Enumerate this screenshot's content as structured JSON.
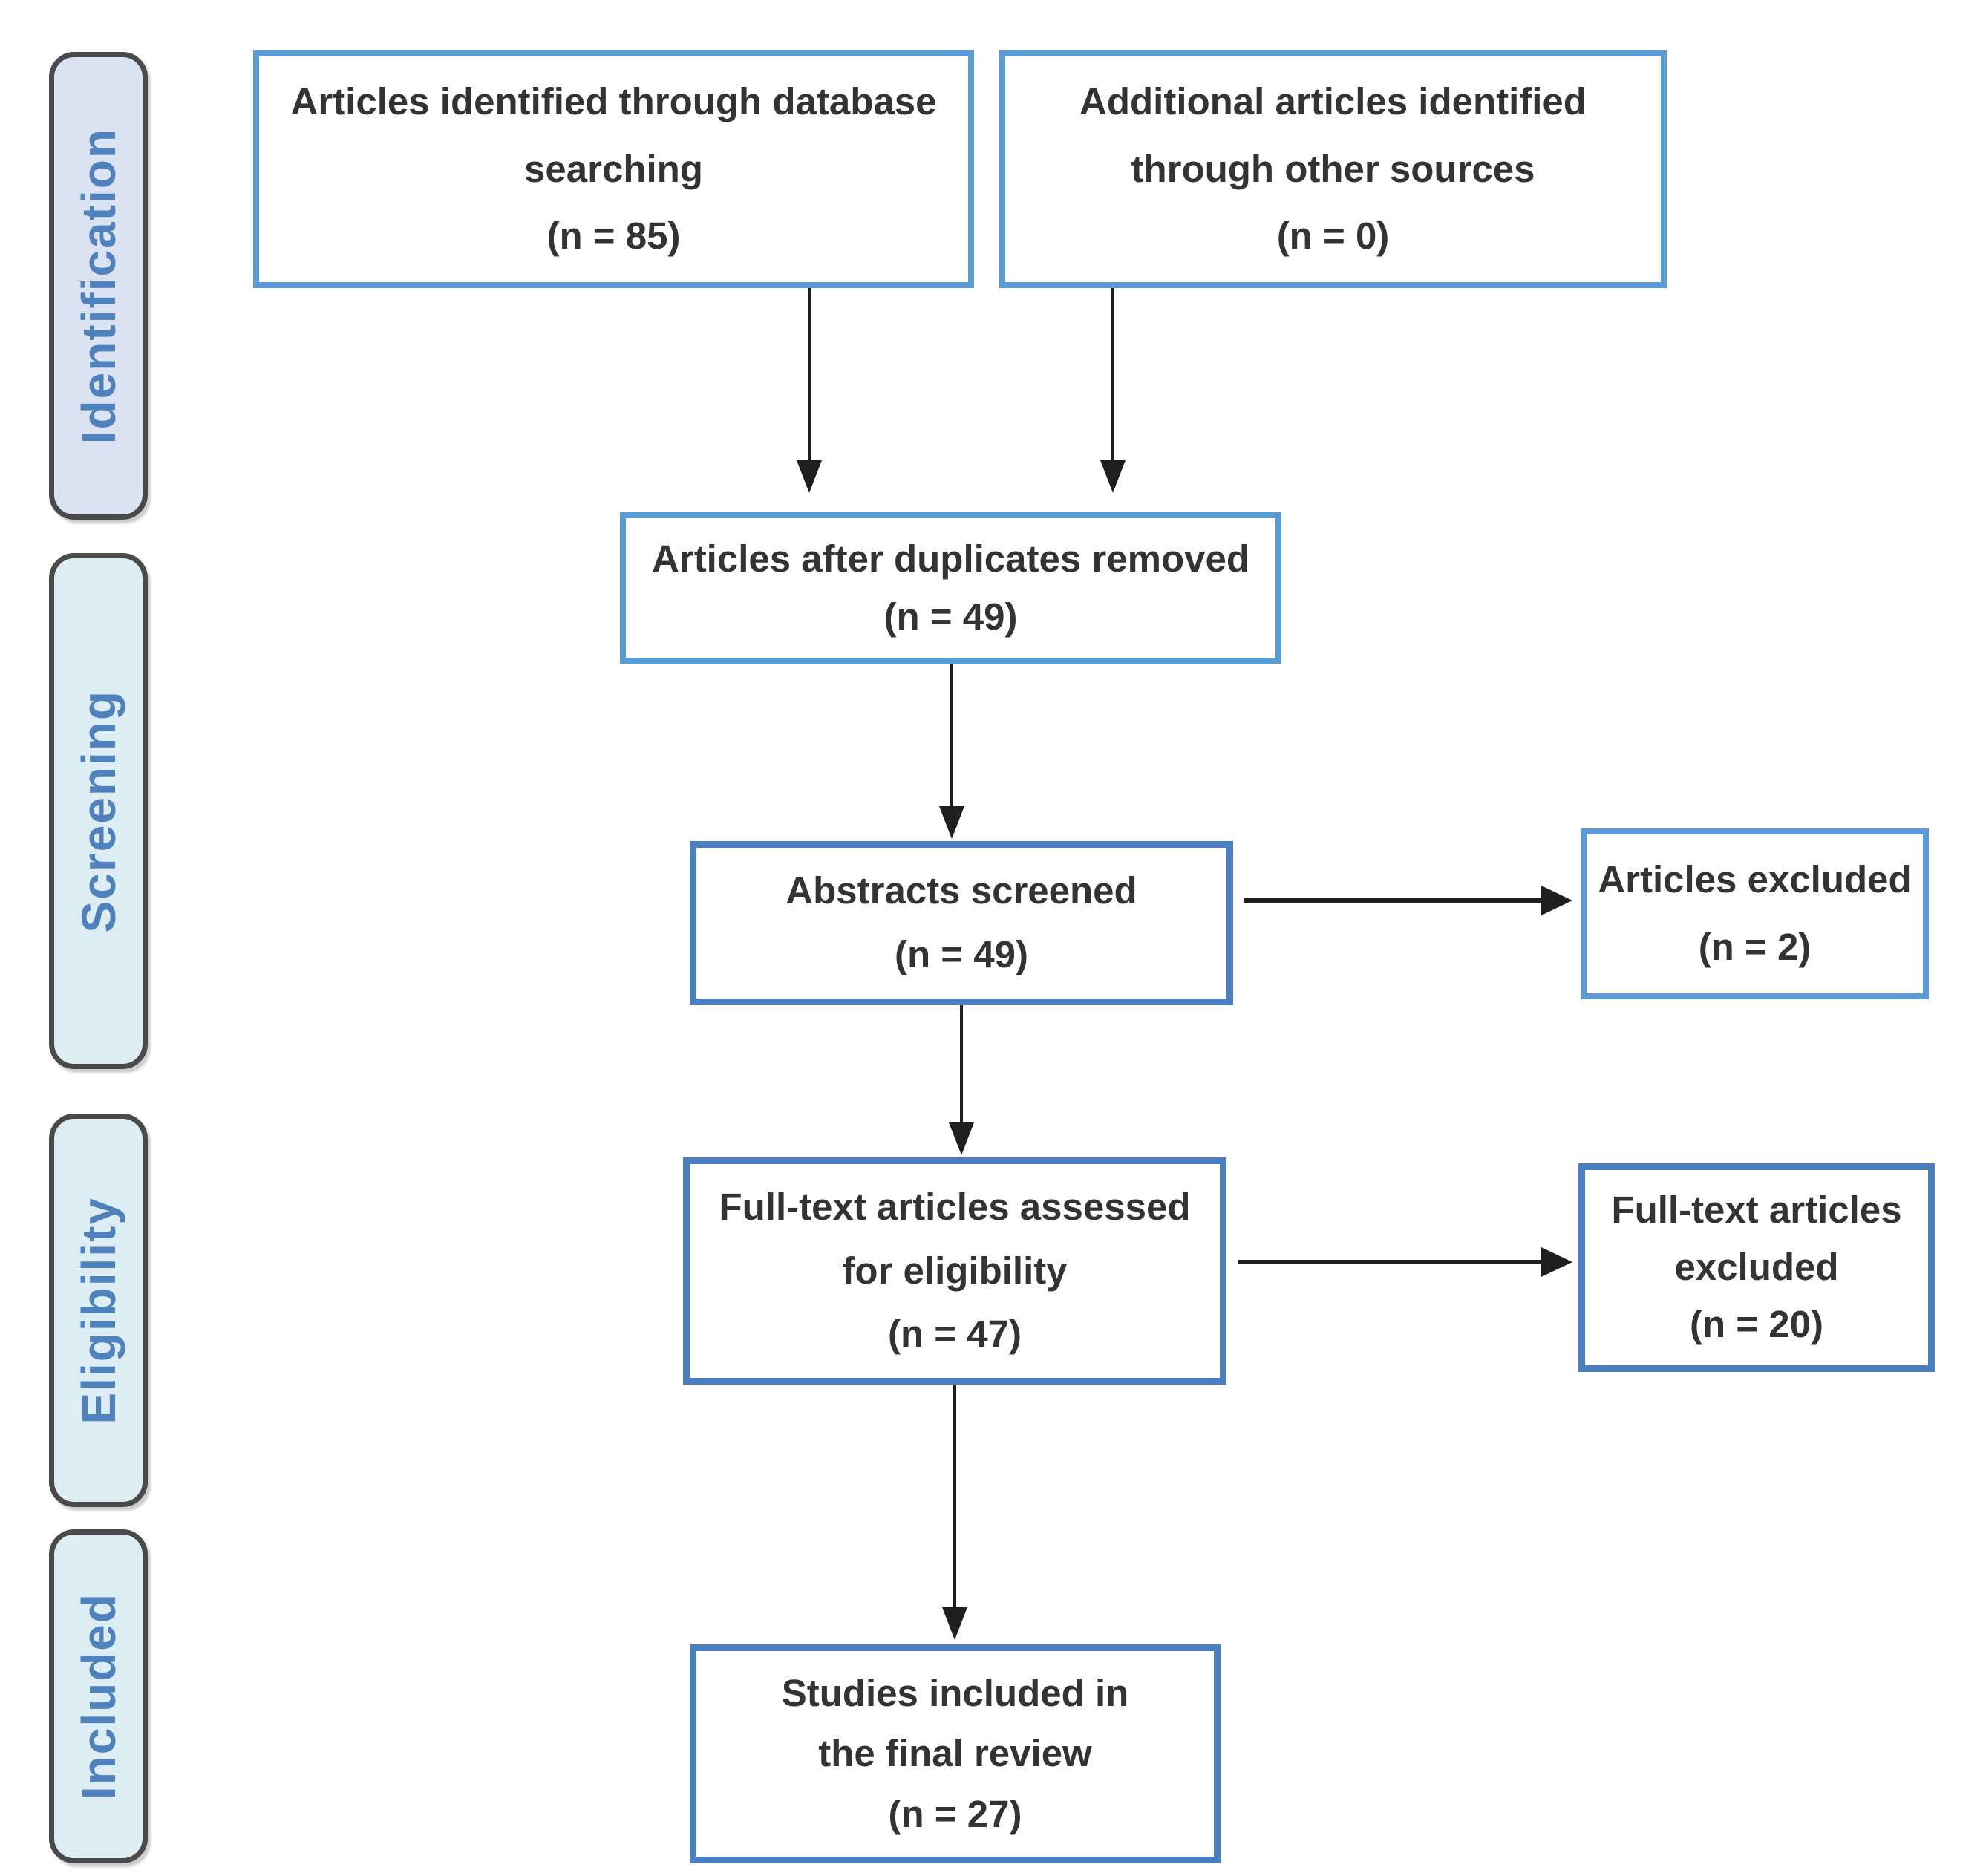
{
  "stages": [
    {
      "label": "Identification"
    },
    {
      "label": "Screening"
    },
    {
      "label": "Eligibility"
    },
    {
      "label": "Included"
    }
  ],
  "boxes": [
    {
      "name": "identified-database",
      "lines": [
        "Articles identified through database",
        "searching",
        "(n = 85)"
      ]
    },
    {
      "name": "identified-other-sources",
      "lines": [
        "Additional articles identified",
        "through other sources",
        "(n = 0)"
      ]
    },
    {
      "name": "after-duplicates-removed",
      "lines": [
        "Articles after duplicates removed",
        "(n = 49)"
      ]
    },
    {
      "name": "abstracts-screened",
      "lines": [
        "Abstracts screened",
        "(n = 49)"
      ]
    },
    {
      "name": "articles-excluded",
      "lines": [
        "Articles excluded",
        "(n = 2)"
      ]
    },
    {
      "name": "fulltext-assessed",
      "lines": [
        "Full-text articles assessed",
        "for eligibility",
        "(n = 47)"
      ]
    },
    {
      "name": "fulltext-excluded",
      "lines": [
        "Full-text articles",
        "excluded",
        "(n = 20)"
      ]
    },
    {
      "name": "studies-included",
      "lines": [
        "Studies included in",
        "the final review",
        "(n = 27)"
      ]
    }
  ],
  "colors": {
    "box_border_light": "#5b9bd5",
    "box_border_strong": "#4a7fc1",
    "stage_fill_identification": "#dbe3f2",
    "stage_fill_default": "#dcedf4",
    "stage_border": "#4a4a4a",
    "stage_text": "#4f81bd",
    "box_text": "#333333",
    "arrow": "#1f1f1f",
    "background": "#ffffff"
  }
}
